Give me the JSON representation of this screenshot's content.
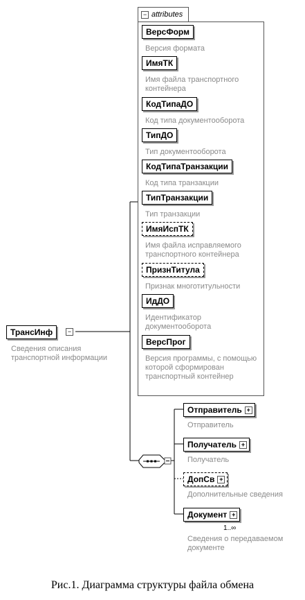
{
  "root": {
    "name": "ТрансИнф",
    "desc": "Сведения описания транспортной информации"
  },
  "attributes_label": "attributes",
  "attributes": [
    {
      "name": "ВерсФорм",
      "desc": "Версия формата",
      "optional": false
    },
    {
      "name": "ИмяТК",
      "desc": "Имя файла транспортного контейнера",
      "optional": false
    },
    {
      "name": "КодТипаДО",
      "desc": "Код типа документооборота",
      "optional": false
    },
    {
      "name": "ТипДО",
      "desc": "Тип документооборота",
      "optional": false
    },
    {
      "name": "КодТипаТранзакции",
      "desc": "Код типа транзакции",
      "optional": false
    },
    {
      "name": "ТипТранзакции",
      "desc": "Тип транзакции",
      "optional": false
    },
    {
      "name": "ИмяИспТК",
      "desc": "Имя файла исправляемого транспортного контейнера",
      "optional": true
    },
    {
      "name": "ПризнТитула",
      "desc": "Признак многотитульности",
      "optional": true
    },
    {
      "name": "ИдДО",
      "desc": "Идентификатор документооборота",
      "optional": false
    },
    {
      "name": "ВерсПрог",
      "desc": "Версия программы, с помощью которой сформирован транспортный контейнер",
      "optional": false
    }
  ],
  "children": [
    {
      "name": "Отправитель",
      "desc": "Отправитель",
      "optional": false,
      "multiplicity": ""
    },
    {
      "name": "Получатель",
      "desc": "Получатель",
      "optional": false,
      "multiplicity": ""
    },
    {
      "name": "ДопСв",
      "desc": "Дополнительные сведения",
      "optional": true,
      "multiplicity": ""
    },
    {
      "name": "Документ",
      "desc": "Сведения о передаваемом документе",
      "optional": false,
      "multiplicity": "1..∞"
    }
  ],
  "caption": "Рис.1. Диаграмма структуры файла обмена"
}
